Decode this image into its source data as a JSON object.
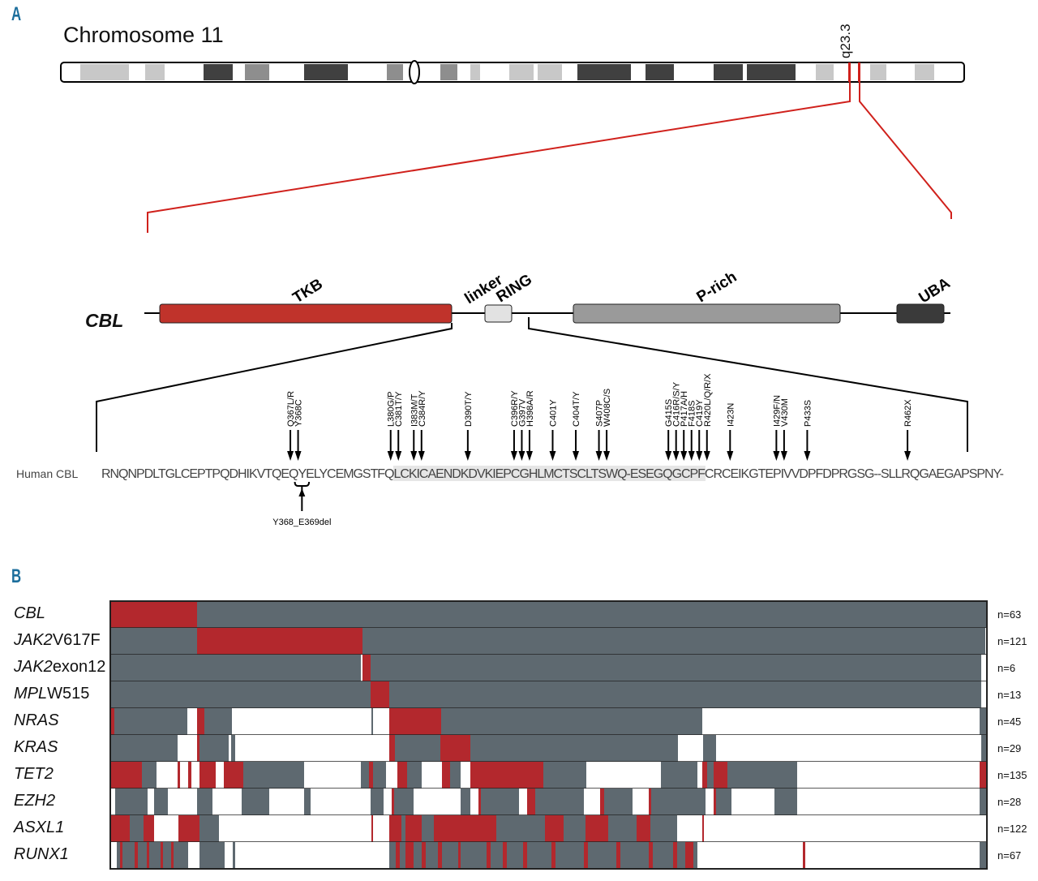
{
  "panel_a": {
    "label": "A",
    "chromosome_title": "Chromosome 11",
    "band_label": "q23.3",
    "protein_name": "CBL",
    "domains": [
      {
        "name": "TKB",
        "color": "#c0332b"
      },
      {
        "name": "linker",
        "color": "#000000"
      },
      {
        "name": "RING",
        "color": "#e2e2e2"
      },
      {
        "name": "P-rich",
        "color": "#9a9a9a"
      },
      {
        "name": "UBA",
        "color": "#3a3a3a"
      }
    ],
    "sequence_label": "Human CBL",
    "sequence": "RNQNPDLTGLCEPTPQDHIKVTQEQYELYCEMGSTFQLCKICAENDKDVKIEPCGHLMCTSCLTSWQ-ESEGQGCPFCRCEIKGTEPIVVDPFDPRGSG--SLLRQGAEGAPSPNY-",
    "mutations": [
      {
        "label": "Q367L/R",
        "pos": 24
      },
      {
        "label": "Y368C",
        "pos": 25
      },
      {
        "label": "L380G/P",
        "pos": 37
      },
      {
        "label": "C381T/Y",
        "pos": 38
      },
      {
        "label": "I383M/T",
        "pos": 40
      },
      {
        "label": "C384R/Y",
        "pos": 41
      },
      {
        "label": "D390T/Y",
        "pos": 47
      },
      {
        "label": "C396R/Y",
        "pos": 53
      },
      {
        "label": "G397V",
        "pos": 54
      },
      {
        "label": "H398A/R",
        "pos": 55
      },
      {
        "label": "C401Y",
        "pos": 58
      },
      {
        "label": "C404T/Y",
        "pos": 61
      },
      {
        "label": "S407P",
        "pos": 64
      },
      {
        "label": "W408C/S",
        "pos": 65
      },
      {
        "label": "G415S",
        "pos": 73
      },
      {
        "label": "C416R/S/Y",
        "pos": 74
      },
      {
        "label": "P417A/H",
        "pos": 75
      },
      {
        "label": "F418S",
        "pos": 76
      },
      {
        "label": "C419Y",
        "pos": 77
      },
      {
        "label": "R420L/Q/R/X",
        "pos": 78
      },
      {
        "label": "I423N",
        "pos": 81
      },
      {
        "label": "I429F/N",
        "pos": 87
      },
      {
        "label": "V430M",
        "pos": 88
      },
      {
        "label": "P433S",
        "pos": 91
      },
      {
        "label": "R462X",
        "pos": 104
      }
    ],
    "deletion": {
      "label": "Y368_E369del",
      "from": 25,
      "to": 26
    }
  },
  "panel_b": {
    "label": "B",
    "colors": {
      "mutated": "#b3282d",
      "wildtype": "#5e6970",
      "not_tested": "#ffffff"
    },
    "sample_total": 1081,
    "rows": [
      {
        "gene": "CBL",
        "suffix": "",
        "n": "n=63",
        "segs": [
          [
            "m",
            0,
            107
          ],
          [
            "w",
            107,
            1081
          ]
        ]
      },
      {
        "gene": "JAK2",
        "suffix": "V617F",
        "n": "n=121",
        "segs": [
          [
            "w",
            0,
            107
          ],
          [
            "m",
            107,
            311
          ],
          [
            "w",
            311,
            1079
          ],
          [
            "n",
            1079,
            1081
          ]
        ]
      },
      {
        "gene": "JAK2",
        "suffix": "exon12",
        "n": "n=6",
        "segs": [
          [
            "w",
            0,
            309
          ],
          [
            "n",
            309,
            311
          ],
          [
            "m",
            311,
            321
          ],
          [
            "w",
            321,
            1074
          ],
          [
            "n",
            1074,
            1081
          ]
        ]
      },
      {
        "gene": "MPL",
        "suffix": "W515",
        "n": "n=13",
        "segs": [
          [
            "w",
            0,
            321
          ],
          [
            "m",
            321,
            344
          ],
          [
            "w",
            344,
            1074
          ],
          [
            "n",
            1074,
            1081
          ]
        ]
      },
      {
        "gene": "NRAS",
        "suffix": "",
        "n": "n=45",
        "segs": [
          [
            "m",
            0,
            5
          ],
          [
            "w",
            5,
            95
          ],
          [
            "n",
            95,
            107
          ],
          [
            "m",
            107,
            116
          ],
          [
            "w",
            116,
            150
          ],
          [
            "n",
            150,
            322
          ],
          [
            "w",
            322,
            324
          ],
          [
            "n",
            324,
            344
          ],
          [
            "m",
            344,
            408
          ],
          [
            "w",
            408,
            730
          ],
          [
            "n",
            730,
            1072
          ],
          [
            "w",
            1072,
            1081
          ]
        ]
      },
      {
        "gene": "KRAS",
        "suffix": "",
        "n": "n=29",
        "segs": [
          [
            "w",
            0,
            83
          ],
          [
            "n",
            83,
            107
          ],
          [
            "m",
            107,
            110
          ],
          [
            "w",
            110,
            146
          ],
          [
            "n",
            146,
            149
          ],
          [
            "w",
            149,
            154
          ],
          [
            "n",
            154,
            344
          ],
          [
            "m",
            344,
            351
          ],
          [
            "w",
            351,
            407
          ],
          [
            "m",
            407,
            444
          ],
          [
            "w",
            444,
            700
          ],
          [
            "n",
            700,
            731
          ],
          [
            "w",
            731,
            747
          ],
          [
            "n",
            747,
            1074
          ],
          [
            "w",
            1074,
            1081
          ]
        ]
      },
      {
        "gene": "TET2",
        "suffix": "",
        "n": "n=135",
        "segs": [
          [
            "m",
            0,
            39
          ],
          [
            "w",
            39,
            57
          ],
          [
            "n",
            57,
            83
          ],
          [
            "m",
            83,
            86
          ],
          [
            "n",
            86,
            96
          ],
          [
            "m",
            96,
            100
          ],
          [
            "n",
            100,
            110
          ],
          [
            "m",
            110,
            130
          ],
          [
            "n",
            130,
            140
          ],
          [
            "m",
            140,
            164
          ],
          [
            "w",
            164,
            239
          ],
          [
            "n",
            239,
            309
          ],
          [
            "w",
            309,
            319
          ],
          [
            "m",
            319,
            324
          ],
          [
            "w",
            324,
            340
          ],
          [
            "n",
            340,
            354
          ],
          [
            "m",
            354,
            366
          ],
          [
            "w",
            366,
            384
          ],
          [
            "n",
            384,
            409
          ],
          [
            "m",
            409,
            419
          ],
          [
            "w",
            419,
            432
          ],
          [
            "n",
            432,
            444
          ],
          [
            "m",
            444,
            534
          ],
          [
            "w",
            534,
            587
          ],
          [
            "n",
            587,
            679
          ],
          [
            "w",
            679,
            724
          ],
          [
            "n",
            724,
            730
          ],
          [
            "m",
            730,
            736
          ],
          [
            "w",
            736,
            744
          ],
          [
            "m",
            744,
            761
          ],
          [
            "w",
            761,
            847
          ],
          [
            "n",
            847,
            1072
          ],
          [
            "m",
            1072,
            1081
          ]
        ]
      },
      {
        "gene": "EZH2",
        "suffix": "",
        "n": "n=28",
        "segs": [
          [
            "n",
            0,
            6
          ],
          [
            "w",
            6,
            46
          ],
          [
            "n",
            46,
            54
          ],
          [
            "w",
            54,
            71
          ],
          [
            "n",
            71,
            107
          ],
          [
            "w",
            107,
            126
          ],
          [
            "n",
            126,
            162
          ],
          [
            "w",
            162,
            196
          ],
          [
            "n",
            196,
            239
          ],
          [
            "w",
            239,
            247
          ],
          [
            "n",
            247,
            321
          ],
          [
            "w",
            321,
            337
          ],
          [
            "n",
            337,
            347
          ],
          [
            "m",
            347,
            350
          ],
          [
            "w",
            350,
            374
          ],
          [
            "n",
            374,
            432
          ],
          [
            "w",
            432,
            444
          ],
          [
            "n",
            444,
            454
          ],
          [
            "m",
            454,
            457
          ],
          [
            "w",
            457,
            504
          ],
          [
            "n",
            504,
            514
          ],
          [
            "m",
            514,
            524
          ],
          [
            "w",
            524,
            584
          ],
          [
            "n",
            584,
            604
          ],
          [
            "m",
            604,
            609
          ],
          [
            "w",
            609,
            644
          ],
          [
            "n",
            644,
            664
          ],
          [
            "m",
            664,
            667
          ],
          [
            "w",
            667,
            734
          ],
          [
            "n",
            734,
            744
          ],
          [
            "m",
            744,
            747
          ],
          [
            "w",
            747,
            766
          ],
          [
            "n",
            766,
            819
          ],
          [
            "w",
            819,
            847
          ],
          [
            "n",
            847,
            1072
          ],
          [
            "w",
            1072,
            1081
          ]
        ]
      },
      {
        "gene": "ASXL1",
        "suffix": "",
        "n": "n=122",
        "segs": [
          [
            "m",
            0,
            24
          ],
          [
            "w",
            24,
            41
          ],
          [
            "m",
            41,
            54
          ],
          [
            "n",
            54,
            84
          ],
          [
            "m",
            84,
            110
          ],
          [
            "w",
            110,
            134
          ],
          [
            "n",
            134,
            322
          ],
          [
            "m",
            322,
            324
          ],
          [
            "n",
            324,
            344
          ],
          [
            "m",
            344,
            359
          ],
          [
            "w",
            359,
            364
          ],
          [
            "m",
            364,
            384
          ],
          [
            "w",
            384,
            399
          ],
          [
            "m",
            399,
            476
          ],
          [
            "w",
            476,
            536
          ],
          [
            "m",
            536,
            559
          ],
          [
            "w",
            559,
            586
          ],
          [
            "m",
            586,
            614
          ],
          [
            "w",
            614,
            649
          ],
          [
            "m",
            649,
            666
          ],
          [
            "w",
            666,
            699
          ],
          [
            "n",
            699,
            730
          ],
          [
            "m",
            730,
            732
          ],
          [
            "n",
            732,
            1081
          ]
        ]
      },
      {
        "gene": "RUNX1",
        "suffix": "",
        "n": "n=67",
        "segs": [
          [
            "n",
            0,
            8
          ],
          [
            "w",
            8,
            82
          ],
          [
            "m",
            12,
            15
          ],
          [
            "m",
            30,
            34
          ],
          [
            "m",
            45,
            48
          ],
          [
            "m",
            62,
            65
          ],
          [
            "m",
            75,
            78
          ],
          [
            "w",
            82,
            96
          ],
          [
            "n",
            96,
            110
          ],
          [
            "w",
            110,
            141
          ],
          [
            "n",
            141,
            151
          ],
          [
            "w",
            151,
            154
          ],
          [
            "n",
            154,
            344
          ],
          [
            "w",
            344,
            724
          ],
          [
            "m",
            352,
            357
          ],
          [
            "m",
            364,
            374
          ],
          [
            "m",
            384,
            389
          ],
          [
            "m",
            404,
            409
          ],
          [
            "m",
            429,
            432
          ],
          [
            "m",
            464,
            469
          ],
          [
            "m",
            484,
            489
          ],
          [
            "m",
            509,
            514
          ],
          [
            "m",
            544,
            549
          ],
          [
            "m",
            584,
            589
          ],
          [
            "m",
            624,
            629
          ],
          [
            "m",
            664,
            669
          ],
          [
            "m",
            694,
            699
          ],
          [
            "m",
            709,
            719
          ],
          [
            "n",
            724,
            1072
          ],
          [
            "m",
            854,
            857
          ],
          [
            "w",
            1072,
            1081
          ]
        ]
      }
    ]
  }
}
